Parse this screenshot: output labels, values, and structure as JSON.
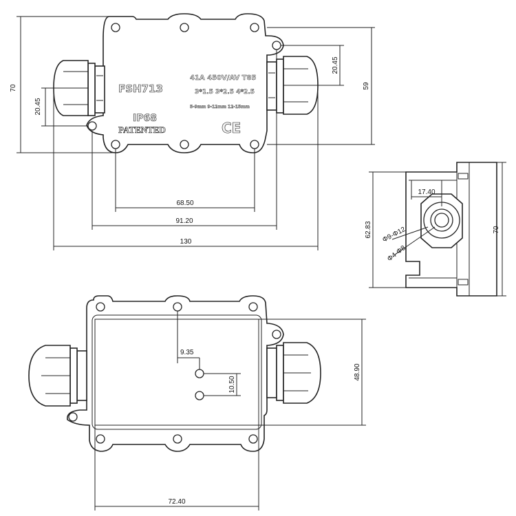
{
  "top_view": {
    "model": "FSH713",
    "rating": "41A 450V/AV T85",
    "wire_sizes": "3*1.5 3*2.5 4*2.5",
    "cable_ranges": "5-9mm 9-12mm 12-15mm",
    "ip_rating": "IP68",
    "patent": "PATENTED",
    "ce_mark": "CE",
    "dims": {
      "height_total": "70",
      "offset_left": "20.45",
      "offset_right": "20.45",
      "height_inner": "59",
      "hole_spacing": "68.50",
      "body_width": "91.20",
      "overall_width": "130"
    }
  },
  "side_view": {
    "dims": {
      "gland_offset": "17.40",
      "height_inner": "62.83",
      "height_total": "70",
      "range_large": "Φ9-Φ12",
      "range_small": "Φ4-Φ8"
    }
  },
  "bottom_view": {
    "dims": {
      "terminal_offset": "9.35",
      "terminal_spacing": "10.50",
      "inner_height": "48.90",
      "inner_width": "72.40"
    }
  }
}
